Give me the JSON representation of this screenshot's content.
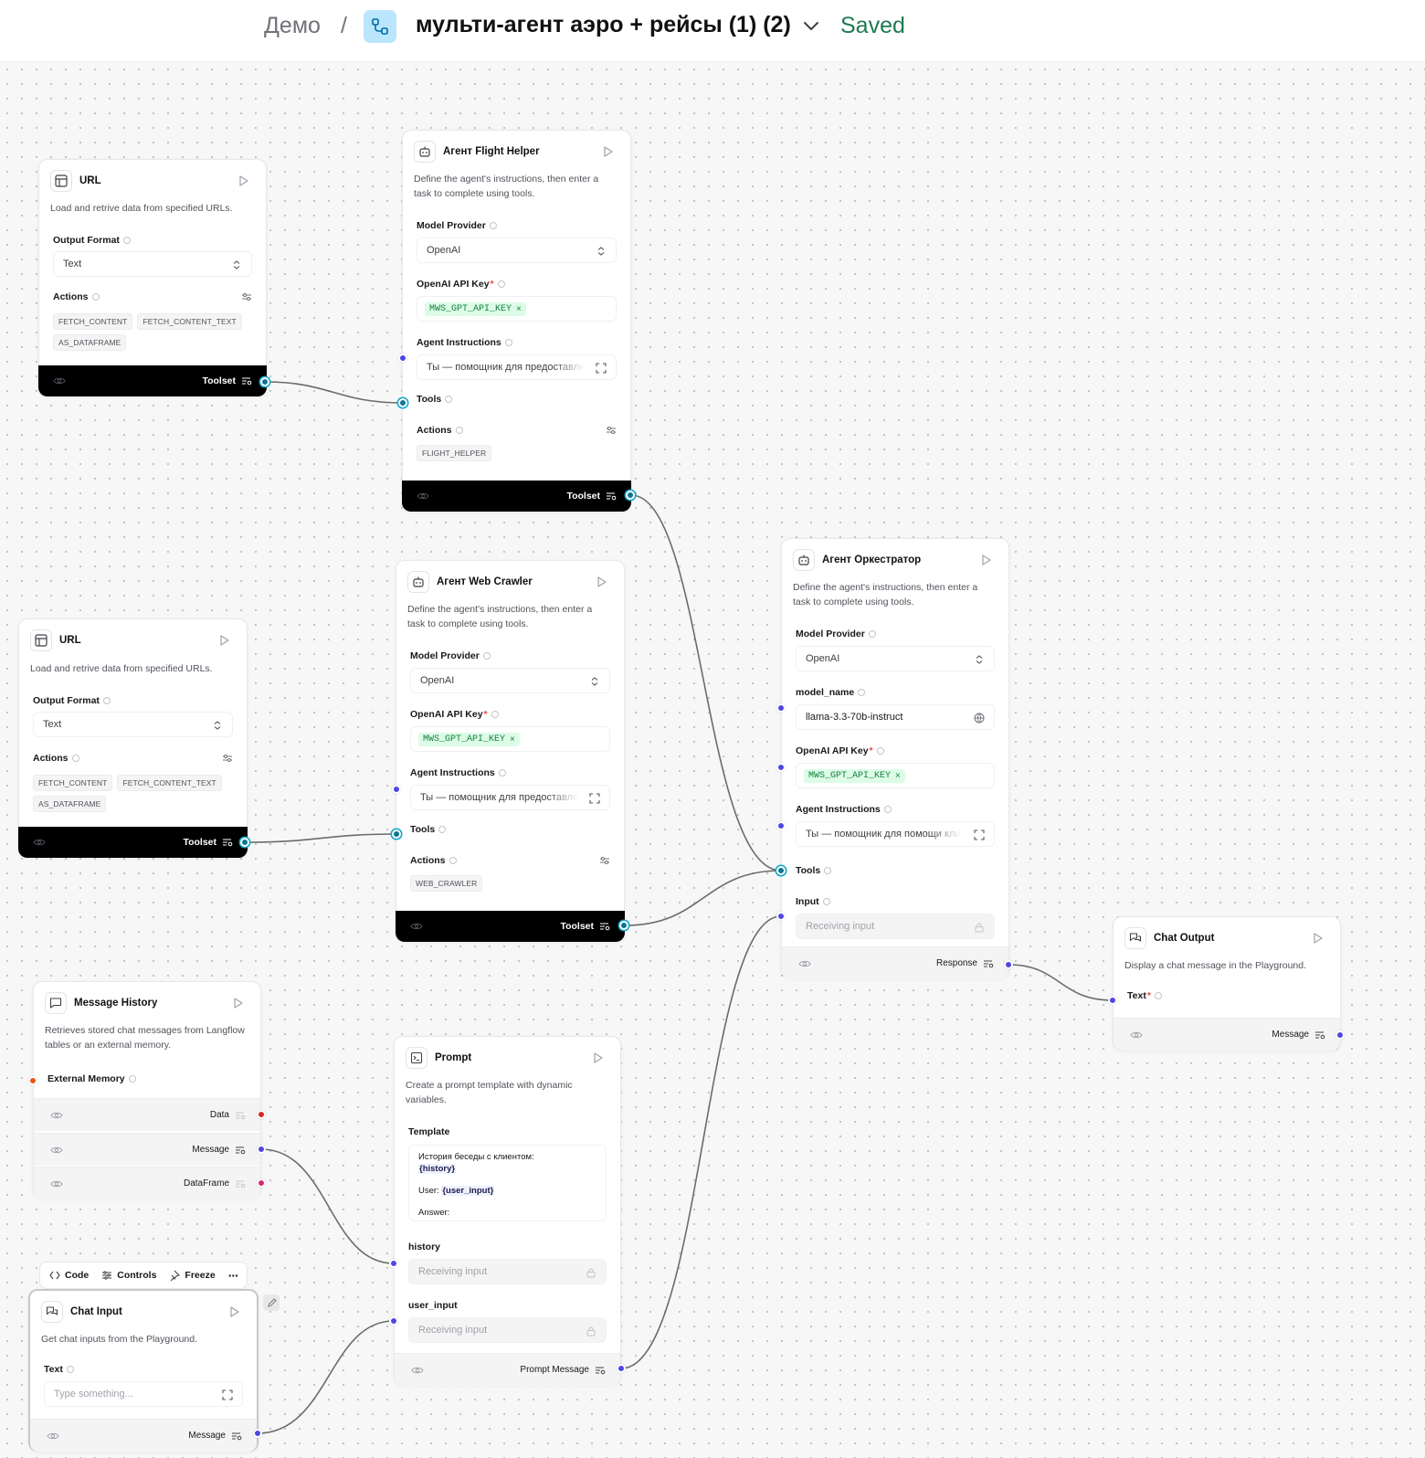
{
  "header": {
    "workspace": "Демо",
    "separator": "/",
    "flow_name": "мульти-агент аэро + рейсы (1) (2)",
    "status": "Saved"
  },
  "colors": {
    "tool_handle": "#0ea5c8",
    "message_handle": "#4f46e5",
    "data_handle": "#dc2626",
    "dataframe_handle": "#db2777",
    "memory_handle": "#ea580c",
    "saved_green": "#1f7a52"
  },
  "url1": {
    "title": "URL",
    "description": "Load and retrive data from specified URLs.",
    "output_format_label": "Output Format",
    "output_format_value": "Text",
    "actions_label": "Actions",
    "tags": [
      "FETCH_CONTENT",
      "FETCH_CONTENT_TEXT",
      "AS_DATAFRAME"
    ],
    "toolset_label": "Toolset"
  },
  "url2": {
    "title": "URL",
    "description": "Load and retrive data from specified URLs.",
    "output_format_label": "Output Format",
    "output_format_value": "Text",
    "actions_label": "Actions",
    "tags": [
      "FETCH_CONTENT",
      "FETCH_CONTENT_TEXT",
      "AS_DATAFRAME"
    ],
    "toolset_label": "Toolset"
  },
  "flight": {
    "title": "Агент Flight Helper",
    "description": "Define the agent's instructions, then enter a task to complete using tools.",
    "model_provider_label": "Model Provider",
    "model_provider_value": "OpenAI",
    "api_key_label": "OpenAI API Key",
    "api_key_value": "MWS_GPT_API_KEY",
    "instructions_label": "Agent Instructions",
    "instructions_value": "Ты — помощник для предоставле",
    "tools_label": "Tools",
    "actions_label": "Actions",
    "tags": [
      "FLIGHT_HELPER"
    ],
    "toolset_label": "Toolset"
  },
  "crawler": {
    "title": "Агент Web Crawler",
    "description": "Define the agent's instructions, then enter a task to complete using tools.",
    "model_provider_label": "Model Provider",
    "model_provider_value": "OpenAI",
    "api_key_label": "OpenAI API Key",
    "api_key_value": "MWS_GPT_API_KEY",
    "instructions_label": "Agent Instructions",
    "instructions_value": "Ты — помощник для предоставле",
    "tools_label": "Tools",
    "actions_label": "Actions",
    "tags": [
      "WEB_CRAWLER"
    ],
    "toolset_label": "Toolset"
  },
  "orchestrator": {
    "title": "Агент Оркестратор",
    "description": "Define the agent's instructions, then enter a task to complete using tools.",
    "model_provider_label": "Model Provider",
    "model_provider_value": "OpenAI",
    "model_name_label": "model_name",
    "model_name_value": "llama-3.3-70b-instruct",
    "api_key_label": "OpenAI API Key",
    "api_key_value": "MWS_GPT_API_KEY",
    "instructions_label": "Agent Instructions",
    "instructions_value": "Ты — помощник для помощи кли",
    "tools_label": "Tools",
    "input_label": "Input",
    "input_value": "Receiving input",
    "response_label": "Response"
  },
  "chat_output": {
    "title": "Chat Output",
    "description": "Display a chat message in the Playground.",
    "text_label": "Text",
    "message_label": "Message"
  },
  "history": {
    "title": "Message History",
    "description": "Retrieves stored chat messages from Langflow tables or an external memory.",
    "memory_label": "External Memory",
    "outputs": [
      "Data",
      "Message",
      "DataFrame"
    ]
  },
  "prompt": {
    "title": "Prompt",
    "description": "Create a prompt template with dynamic variables.",
    "template_label": "Template",
    "template_line1": "История беседы с клиентом:",
    "template_var1": "{history}",
    "template_user": "User:",
    "template_var2": "{user_input}",
    "template_answer": "Answer:",
    "history_label": "history",
    "history_value": "Receiving input",
    "user_input_label": "user_input",
    "user_input_value": "Receiving input",
    "output_label": "Prompt Message"
  },
  "toolbar": {
    "code": "Code",
    "controls": "Controls",
    "freeze": "Freeze",
    "more": "···"
  },
  "chat_input": {
    "title": "Chat Input",
    "description": "Get chat inputs from the Playground.",
    "text_label": "Text",
    "text_placeholder": "Type something...",
    "message_label": "Message"
  }
}
